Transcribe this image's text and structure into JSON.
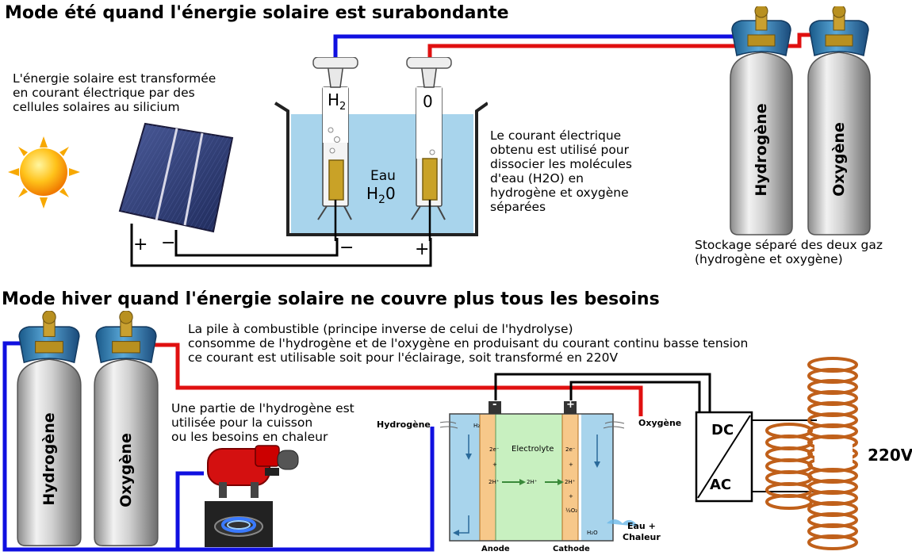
{
  "summer": {
    "title": "Mode été quand l'énergie solaire est surabondante",
    "solar_text": "L'énergie solaire est transformée\nen courant électrique par des\ncellules solaires au silicium",
    "current_text": "Le courant électrique\nobtenu est utilisé pour\ndissocier les molécules\nd'eau (H2O) en\nhydrogène et oxygène\nséparées",
    "storage_text": "Stockage séparé des deux gaz\n(hydrogène et oxygène)",
    "tube_left": "H",
    "tube_left_sub": "2",
    "tube_right": "0",
    "water_label": "Eau",
    "water_formula": "H",
    "water_formula_sub": "2",
    "water_formula_end": "0",
    "cell_plus": "+",
    "cell_minus": "−",
    "bath_minus": "−",
    "bath_plus": "+",
    "bottle_hydrogen": "Hydrogène",
    "bottle_oxygen": "Oxygène"
  },
  "winter": {
    "title": "Mode hiver quand l'énergie solaire ne couvre plus tous les besoins",
    "fuelcell_text": "La pile à combustible (principe inverse de celui de l'hydrolyse)\nconsomme de l'hydrogène et de l'oxygène en produisant du courant continu basse tension\nce courant est utilisable soit pour l'éclairage, soit transformé en 220V",
    "hydrogen_use_text": "Une partie de l'hydrogène est\nutilisée pour la cuisson\nou les besoins en chaleur",
    "bottle_hydrogen": "Hydrogène",
    "bottle_oxygen": "Oxygène",
    "fc_hydrogen": "Hydrogène",
    "fc_oxygen": "Oxygène",
    "fc_minus": "-",
    "fc_plus": "+",
    "fc_electrolyte": "Electrolyte",
    "fc_anode": "Anode",
    "fc_cathode": "Cathode",
    "fc_water": "Eau +\nChaleur",
    "fc_h2": "H₂",
    "fc_2e_left": "2e⁻",
    "fc_2e_right": "2e⁻",
    "fc_2h_left": "2H⁺",
    "fc_2h_mid": "2H⁺",
    "fc_2h_right": "2H⁺",
    "fc_o2": "½O₂",
    "fc_h2o": "H₂O",
    "converter_dc": "DC",
    "converter_ac": "AC",
    "voltage": "220V"
  },
  "colors": {
    "hydrogen_line": "#1010e0",
    "oxygen_line": "#e01010",
    "water": "#a8d4ec",
    "electrolyte": "#c8f0c0",
    "anode": "#f7c88a",
    "coil": "#d2691e"
  }
}
